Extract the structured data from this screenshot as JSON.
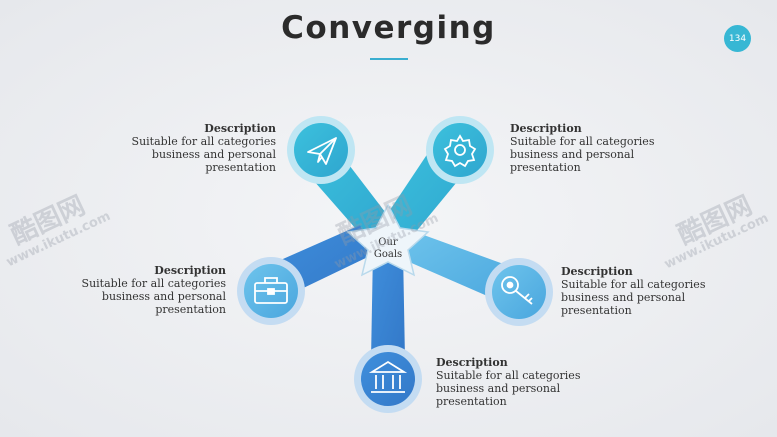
{
  "title": "Converging",
  "page_number": "134",
  "center": {
    "line1": "Our",
    "line2": "Goals"
  },
  "nodes": [
    {
      "icon": "paper-plane-icon",
      "heading": "Description",
      "text": [
        "Suitable for all categories",
        "business and personal",
        "presentation"
      ]
    },
    {
      "icon": "gear-icon",
      "heading": "Description",
      "text": [
        "Suitable for all categories",
        "business and personal",
        "presentation"
      ]
    },
    {
      "icon": "briefcase-icon",
      "heading": "Description",
      "text": [
        "Suitable for all categories",
        "business and personal",
        "presentation"
      ]
    },
    {
      "icon": "key-icon",
      "heading": "Description",
      "text": [
        "Suitable for all categories",
        "business and personal",
        "presentation"
      ]
    },
    {
      "icon": "bank-icon",
      "heading": "Description",
      "text": [
        "Suitable for all categories",
        "business and personal",
        "presentation"
      ]
    }
  ],
  "colors": {
    "accent": "#37b7d4",
    "dark_blue": "#3a86d6",
    "light_blue": "#5bb6e6",
    "title": "#2b2b2b"
  },
  "watermark": {
    "brand": "酷图网",
    "url": "www.ikutu.com"
  }
}
